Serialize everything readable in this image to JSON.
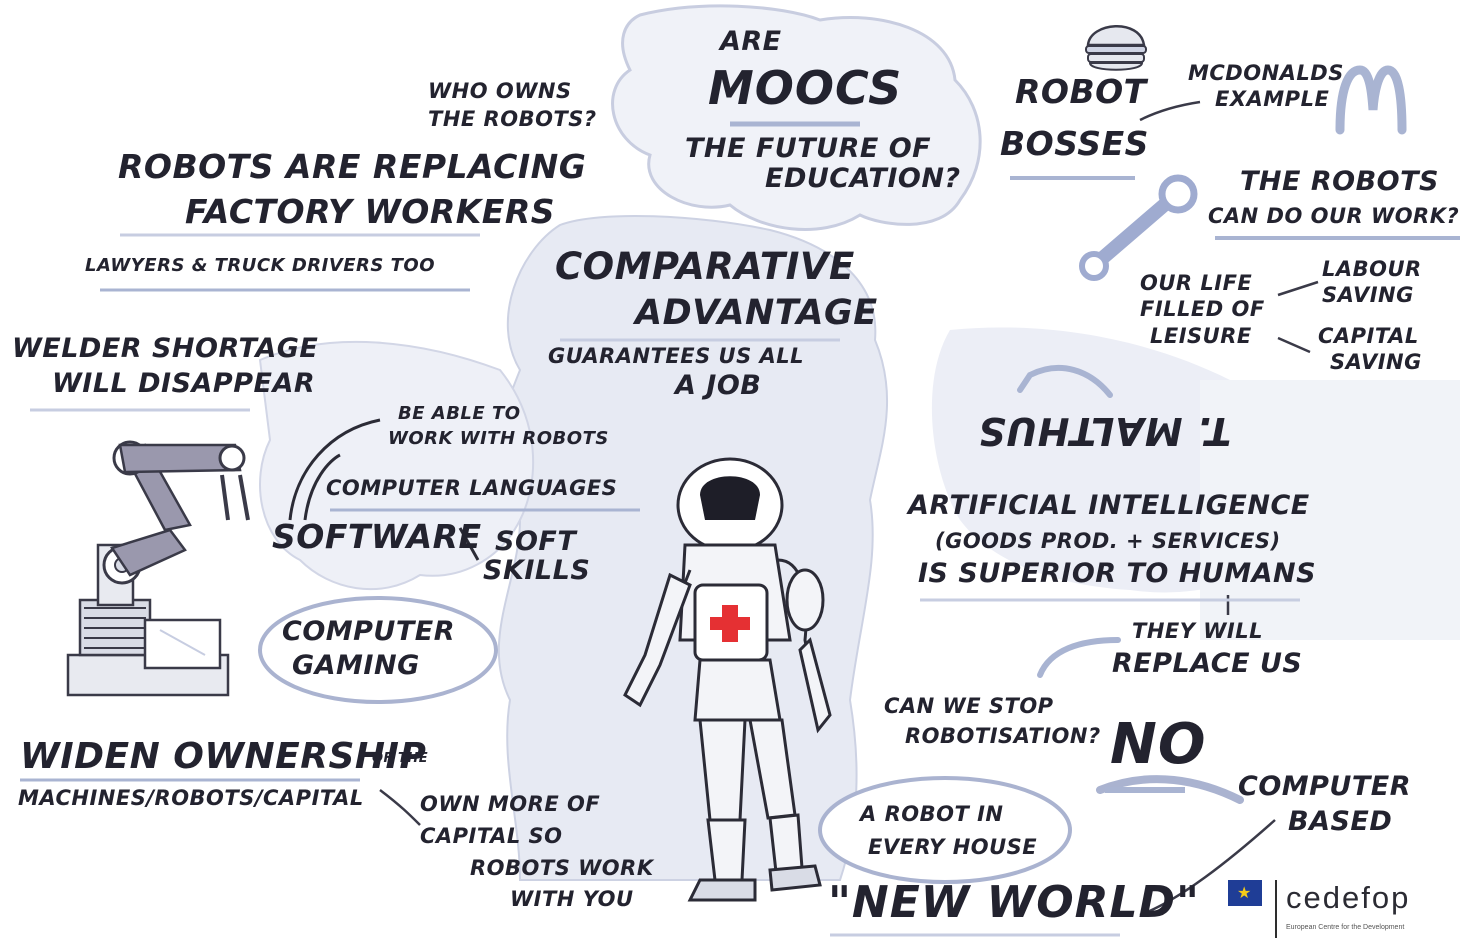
{
  "notes": {
    "moocs_are": "Are",
    "moocs_title": "MOOCs",
    "moocs_sub1": "The Future of",
    "moocs_sub2": "Education?",
    "who_owns_1": "Who owns",
    "who_owns_2": "the Robots?",
    "replacing_1": "Robots are Replacing",
    "replacing_2": "Factory Workers",
    "lawyers": "Lawyers & Truck Drivers too",
    "robot_bosses_1": "Robot",
    "robot_bosses_2": "Bosses",
    "mcdonalds_1": "McDonalds",
    "mcdonalds_2": "Example",
    "robots_work_1": "The Robots",
    "robots_work_2": "can do our work?",
    "life_1": "Our life",
    "life_2": "filled of",
    "life_3": "leisure",
    "labour_1": "Labour",
    "labour_2": "Saving",
    "capital_1": "Capital",
    "capital_2": "Saving",
    "comparative_1": "Comparative",
    "comparative_2": "Advantage",
    "guarantees_1": "Guarantees us all",
    "guarantees_2": "a Job",
    "welder_1": "Welder Shortage",
    "welder_2": "will disappear",
    "work_with_1": "Be able to",
    "work_with_2": "work with Robots",
    "languages": "Computer Languages",
    "software": "Software",
    "soft_skills_1": "Soft",
    "soft_skills_2": "Skills",
    "gaming_1": "Computer",
    "gaming_2": "Gaming",
    "malthus": "T. Malthus",
    "ai_1": "Artificial Intelligence",
    "ai_2": "(Goods prod. + Services)",
    "ai_3": "is Superior to Humans",
    "replace_1": "They will",
    "replace_2": "Replace us",
    "stop_1": "Can we Stop",
    "stop_2": "Robotisation?",
    "no": "No",
    "widen_1": "Widen Ownership",
    "widen_of": "of the",
    "widen_2": "Machines/Robots/Capital",
    "own_1": "Own more of",
    "own_2": "Capital so",
    "own_3": "Robots work",
    "own_4": "with you",
    "house_1": "A Robot in",
    "house_2": "Every House",
    "computer_based_1": "Computer",
    "computer_based_2": "Based",
    "new_world": "\"New World\""
  },
  "logo": {
    "name": "cedefop",
    "subtitle": "European Centre for the Development"
  },
  "colors": {
    "ink": "#23232f",
    "wash": "#dfe3ee",
    "cross": "#e53033",
    "eu_blue": "#1f3d96"
  }
}
